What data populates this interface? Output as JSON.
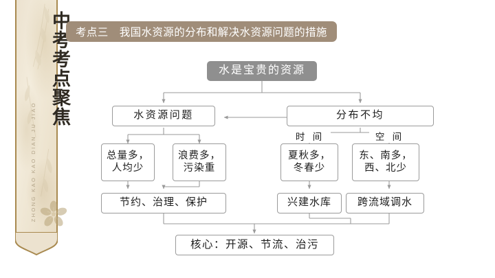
{
  "page": {
    "background_color": "#ffffff"
  },
  "banner": {
    "title": "中考考点聚焦",
    "pinyin": "ZHONG KAO KAO DIAN JU JIAO",
    "paper_color": "#ece2cf",
    "edge_color": "#a8894f",
    "flower_icon": "flower-icon"
  },
  "header": {
    "kaodian_label": "考点三",
    "title": "我国水资源的分布和解决水资源问题的措施",
    "background_color": "#a08d79",
    "text_color": "#ffffff"
  },
  "diagram": {
    "type": "flowchart",
    "root": {
      "label": "水是宝贵的资源",
      "background_color": "#8f8f8f",
      "text_color": "#ffffff"
    },
    "level2": [
      {
        "label": "水资源问题"
      },
      {
        "label": "分布不均"
      }
    ],
    "axis_labels": [
      {
        "label": "时 间"
      },
      {
        "label": "空 间"
      }
    ],
    "level3": [
      {
        "label": "总量多，\n人均少"
      },
      {
        "label": "浪费多，\n污染重"
      },
      {
        "label": "夏秋多，\n冬春少"
      },
      {
        "label": "东、南多，\n西、北少"
      }
    ],
    "level4": [
      {
        "label": "节约、治理、保护"
      },
      {
        "label": "兴建水库"
      },
      {
        "label": "跨流域调水"
      }
    ],
    "core": {
      "label": "核心：开源、节流、治污"
    },
    "connector_color": "#9a9a9a"
  }
}
